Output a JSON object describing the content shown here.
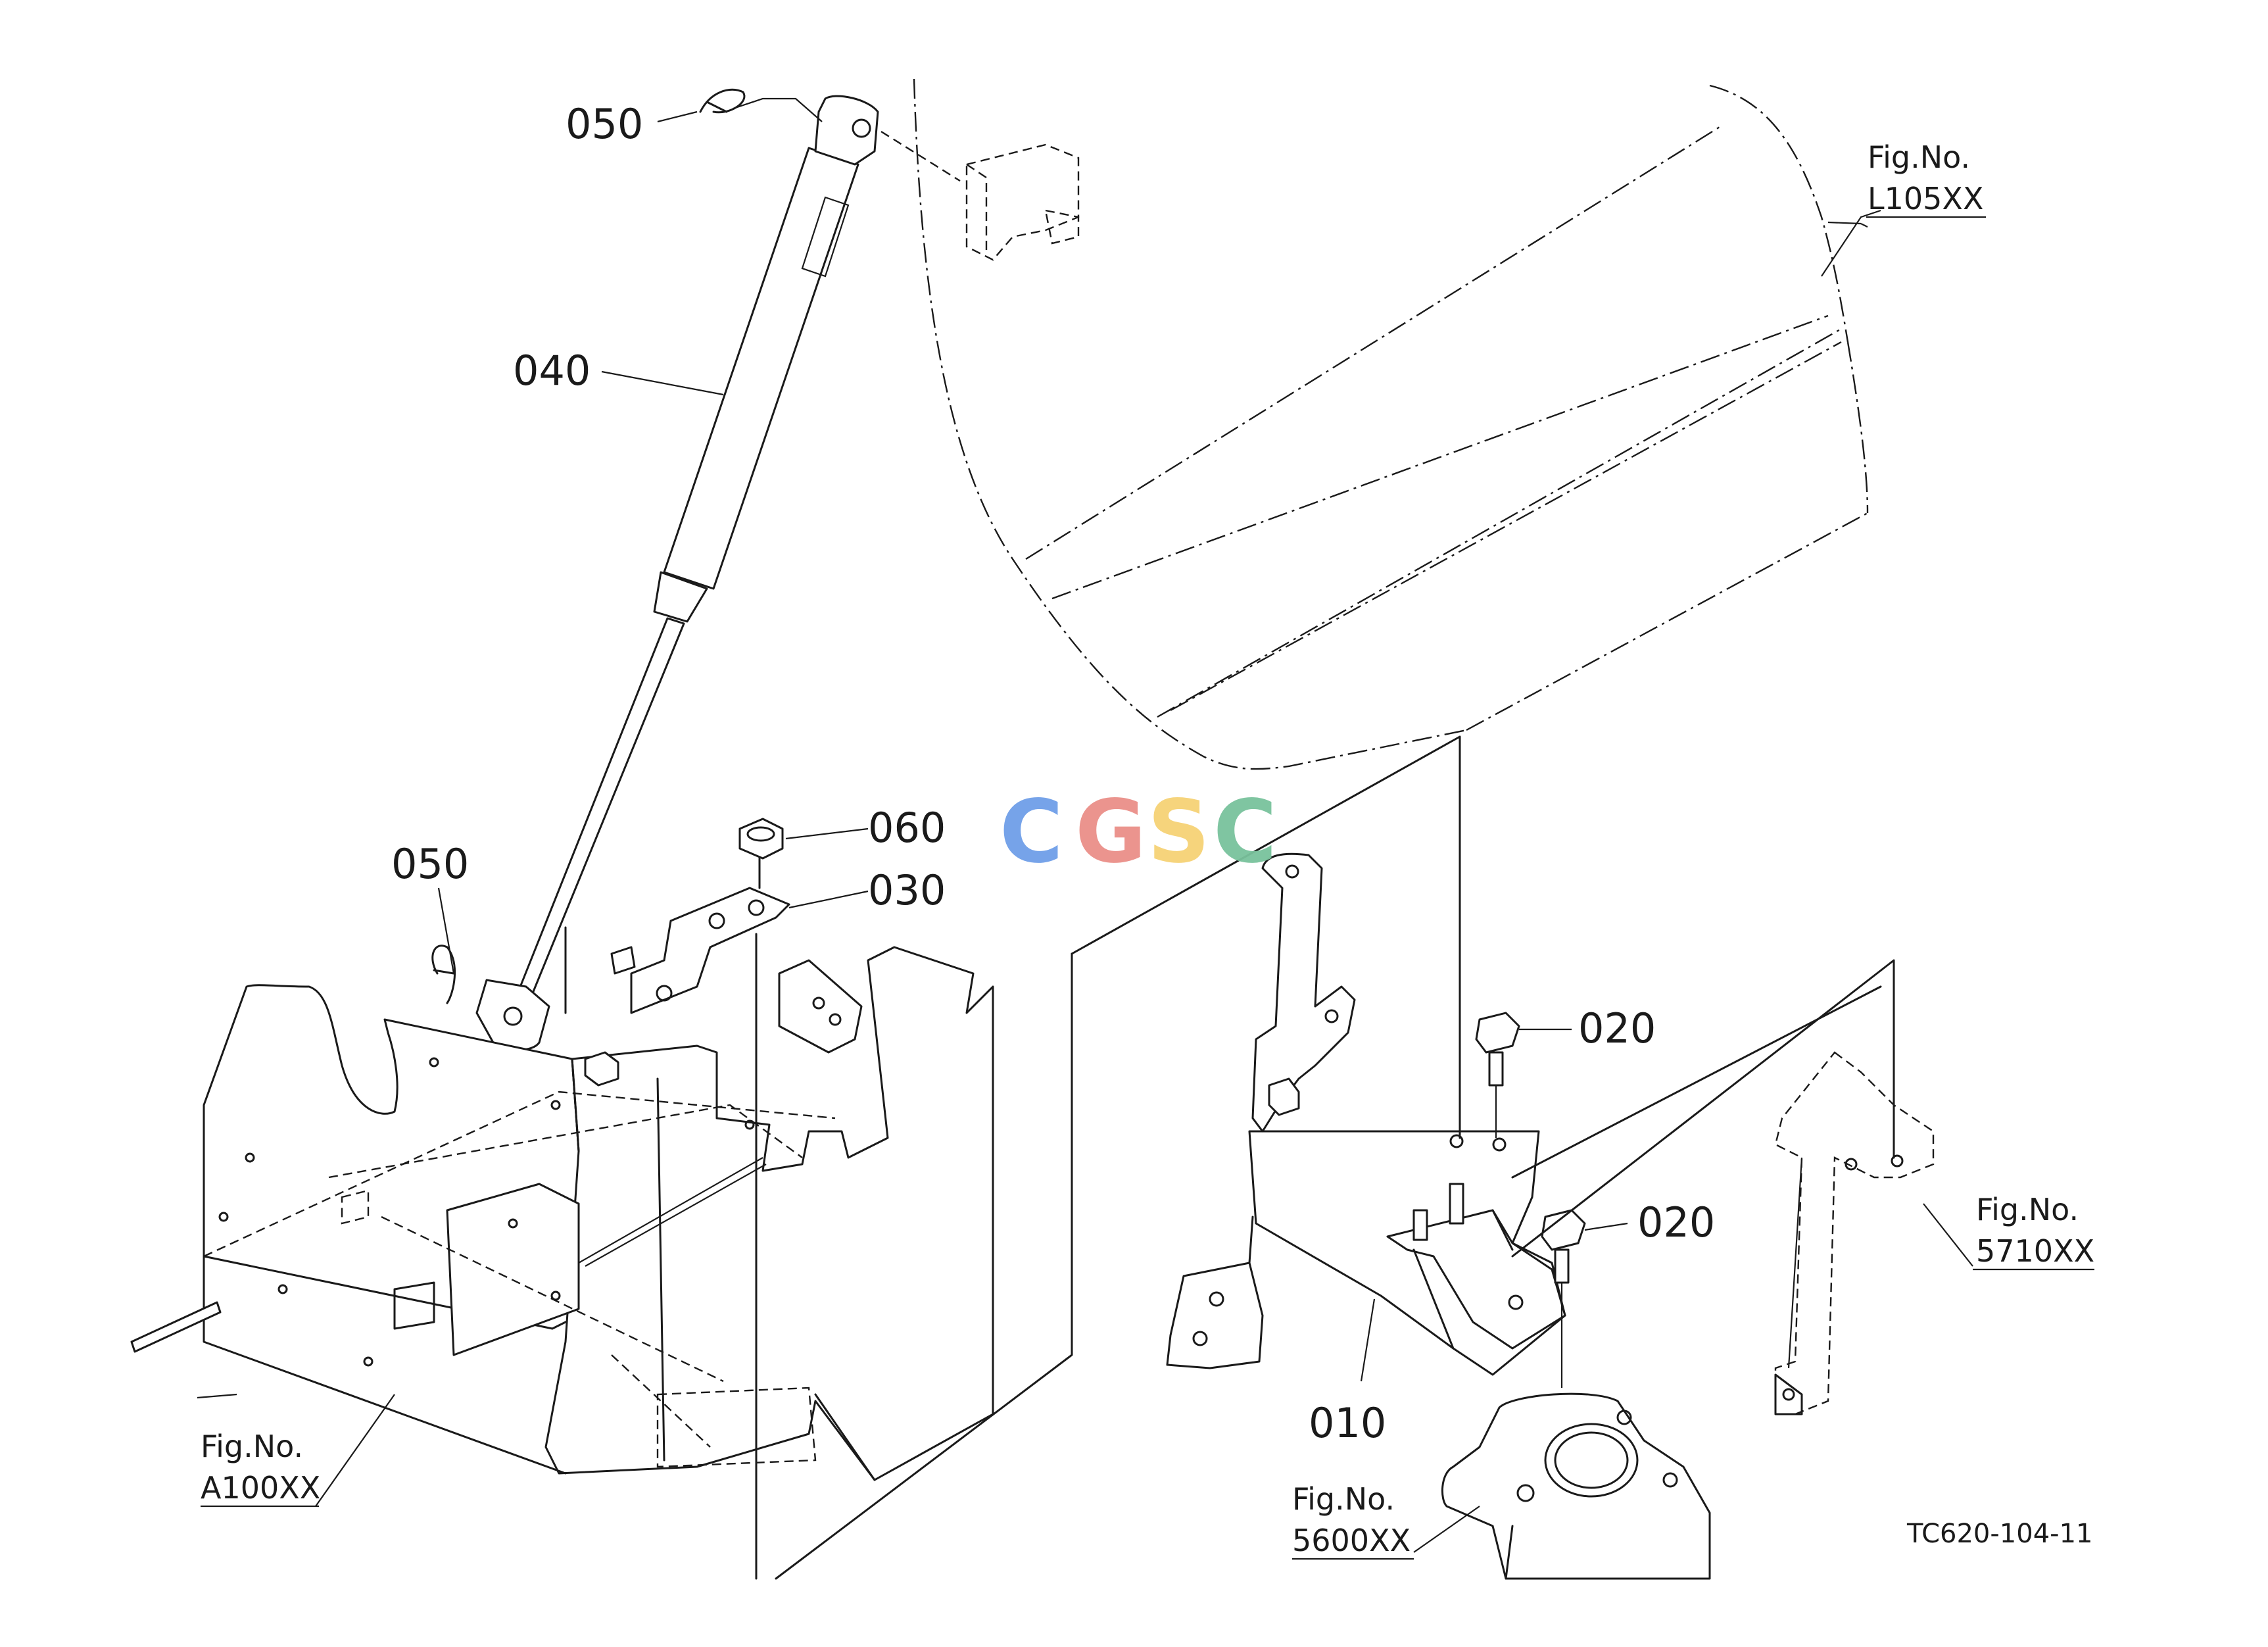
{
  "diagram": {
    "part_labels": {
      "p050_top": "050",
      "p040": "040",
      "p050_bottom": "050",
      "p060": "060",
      "p030": "030",
      "p020_upper": "020",
      "p020_lower": "020",
      "p010": "010"
    },
    "figure_refs": {
      "l105": {
        "line1": "Fig.No.",
        "line2": "L105XX"
      },
      "a100": {
        "line1": "Fig.No.",
        "line2": "A100XX"
      },
      "f5710": {
        "line1": "Fig.No.",
        "line2": "5710XX"
      },
      "f5600": {
        "line1": "Fig.No.",
        "line2": "5600XX"
      }
    },
    "drawing_code": "TC620-104-11",
    "watermark": {
      "letters": [
        "C",
        "G",
        "S",
        "C"
      ],
      "colors": [
        "#6f9fe8",
        "#ea8f88",
        "#f6d276",
        "#79c29c"
      ]
    }
  }
}
